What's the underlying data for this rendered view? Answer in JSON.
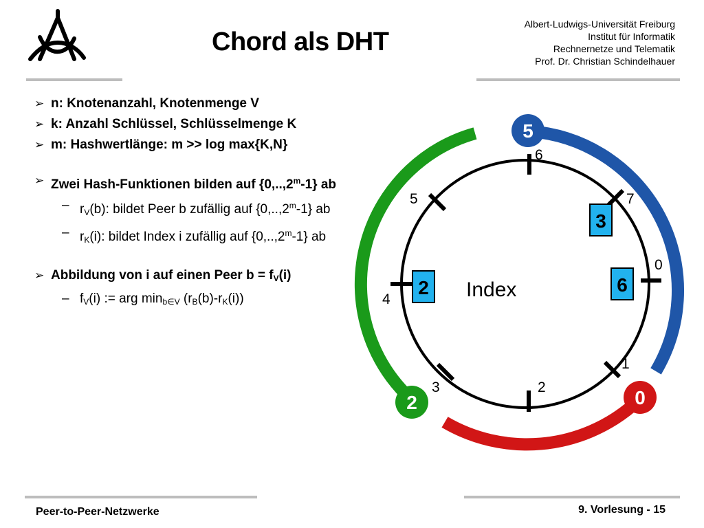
{
  "header": {
    "title": "Chord als DHT",
    "institution": [
      "Albert-Ludwigs-Universität Freiburg",
      "Institut für Informatik",
      "Rechnernetze und Telematik",
      "Prof. Dr. Christian Schindelhauer"
    ]
  },
  "bullets": {
    "n": "n: Knotenanzahl, Knotenmenge V",
    "k": "k: Anzahl Schlüssel, Schlüsselmenge K",
    "m": "m: Hashwertlänge: m >> log max{K,N}",
    "hash_a": "Zwei Hash-Funktionen bilden auf {0,..,2",
    "hash_sup": "m",
    "hash_b": "-1} ab",
    "rv_a": "r",
    "rv_sub": "V",
    "rv_b": "(b): bildet Peer b zufällig auf {0,..,2",
    "rv_sup": "m",
    "rv_c": "-1} ab",
    "rk_a": "r",
    "rk_sub": "K",
    "rk_b": "(i): bildet Index i zufällig auf {0,..,2",
    "rk_sup": "m",
    "rk_c": "-1} ab",
    "map_a": "Abbildung von i auf einen Peer b = f",
    "map_sub": "V",
    "map_b": "(i)",
    "fv_a": "f",
    "fv_sub": "V",
    "fv_b": "(i) := arg min",
    "fv_sub2": "b∈V",
    "fv_c": "  (r",
    "fv_sub3": "B",
    "fv_d": "(b)-r",
    "fv_sub4": "K",
    "fv_e": "(i))"
  },
  "diagram": {
    "center_label": "Index",
    "tick_labels": [
      "0",
      "1",
      "2",
      "3",
      "4",
      "5",
      "6",
      "7"
    ],
    "peers": [
      {
        "label": "5",
        "color": "#1f56a8"
      },
      {
        "label": "0",
        "color": "#d11616"
      },
      {
        "label": "2",
        "color": "#1a9a1a"
      }
    ],
    "indices": [
      "3",
      "2",
      "6"
    ],
    "index_fill": "#22b2ee"
  },
  "footer": {
    "left": "Peer-to-Peer-Netzwerke",
    "right": "9. Vorlesung - 15"
  }
}
